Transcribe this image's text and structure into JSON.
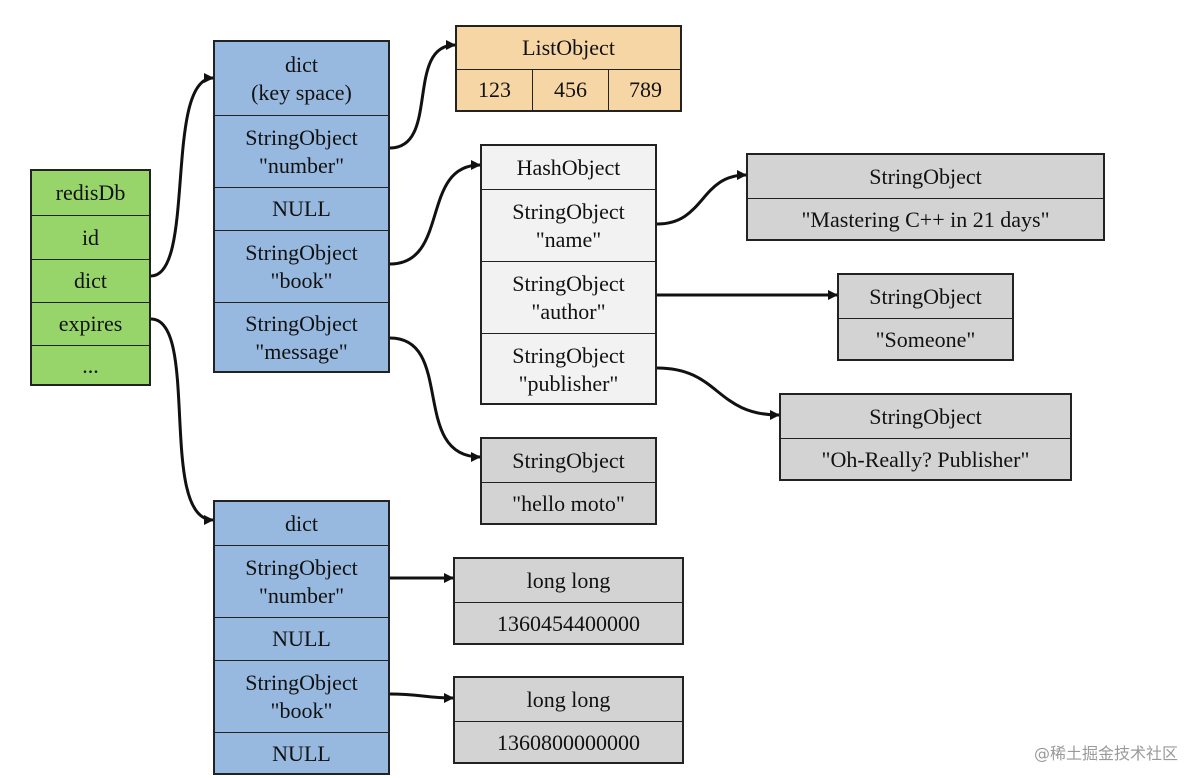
{
  "colors": {
    "redisdb": "#97d56b",
    "dict": "#97b9e0",
    "list": "#f7d6a6",
    "hash": "#f2f2f2",
    "string": "#d3d3d3",
    "stroke": "#111111"
  },
  "redisDb": {
    "cells": [
      "redisDb",
      "id",
      "dict",
      "expires",
      "..."
    ]
  },
  "keyspace": {
    "cells": [
      [
        "dict",
        "(key space)"
      ],
      [
        "StringObject",
        "\"number\""
      ],
      [
        "NULL"
      ],
      [
        "StringObject",
        "\"book\""
      ],
      [
        "StringObject",
        "\"message\""
      ]
    ]
  },
  "expires_dict": {
    "cells": [
      [
        "dict"
      ],
      [
        "StringObject",
        "\"number\""
      ],
      [
        "NULL"
      ],
      [
        "StringObject",
        "\"book\""
      ],
      [
        "NULL"
      ]
    ]
  },
  "list_object": {
    "title": "ListObject",
    "items": [
      "123",
      "456",
      "789"
    ]
  },
  "hash_object": {
    "cells": [
      [
        "HashObject"
      ],
      [
        "StringObject",
        "\"name\""
      ],
      [
        "StringObject",
        "\"author\""
      ],
      [
        "StringObject",
        "\"publisher\""
      ]
    ]
  },
  "str_name": {
    "title": "StringObject",
    "value": "\"Mastering C++ in 21 days\""
  },
  "str_author": {
    "title": "StringObject",
    "value": "\"Someone\""
  },
  "str_publisher": {
    "title": "StringObject",
    "value": "\"Oh-Really? Publisher\""
  },
  "str_message": {
    "title": "StringObject",
    "value": "\"hello moto\""
  },
  "ll_number": {
    "title": "long long",
    "value": "1360454400000"
  },
  "ll_book": {
    "title": "long long",
    "value": "1360800000000"
  },
  "watermark": "@稀土掘金技术社区"
}
